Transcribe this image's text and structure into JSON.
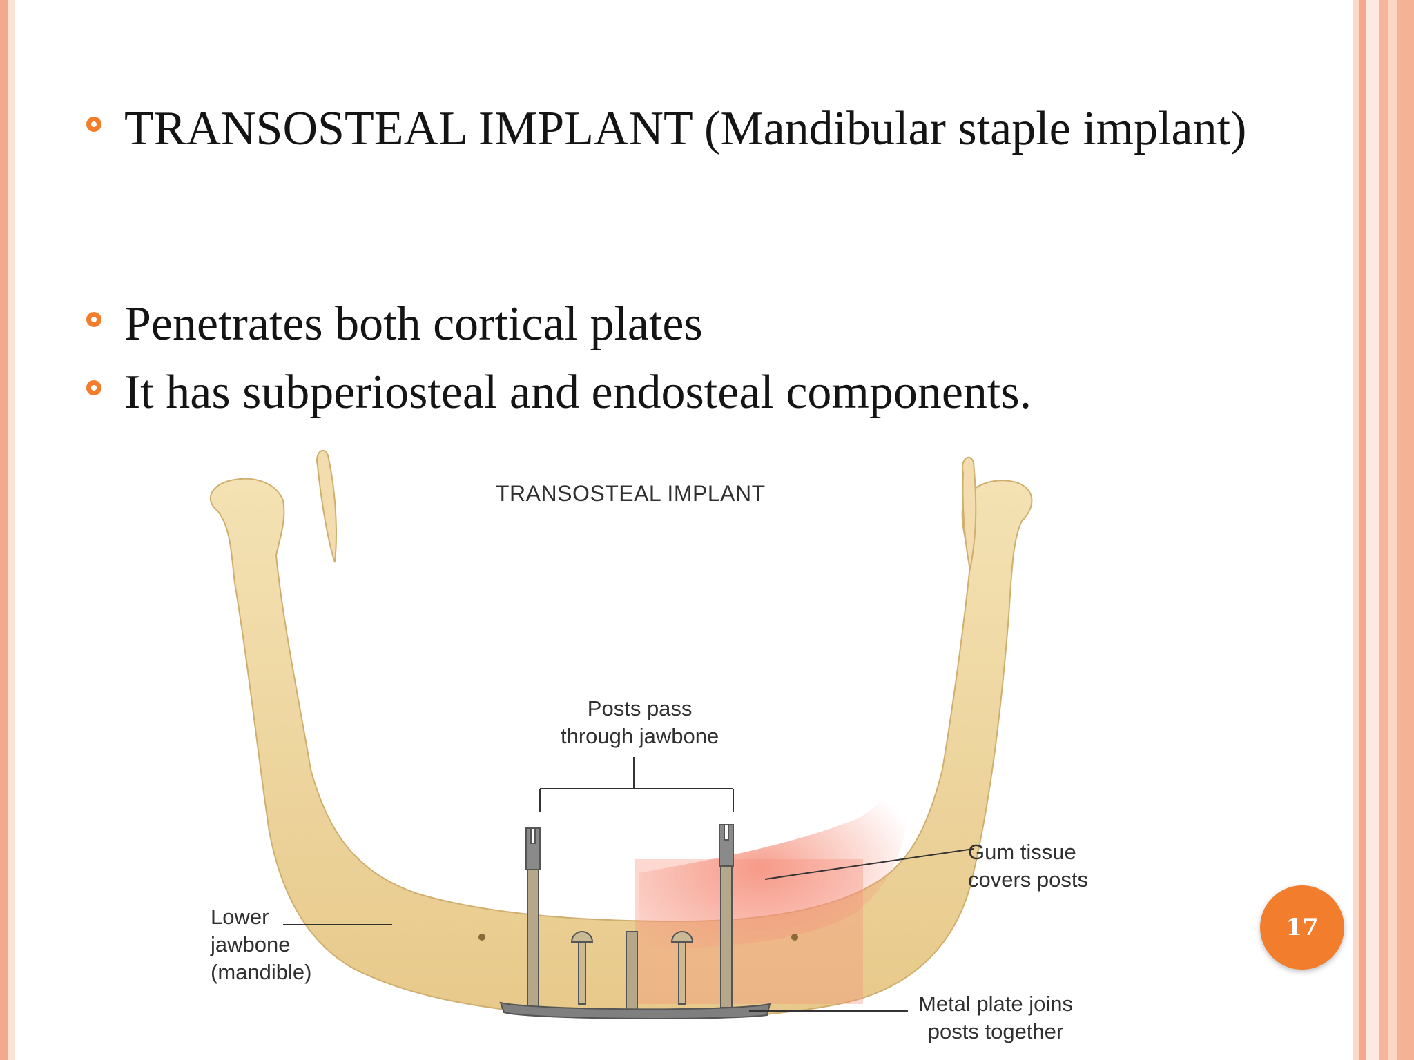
{
  "slide": {
    "bullets": [
      "TRANSOSTEAL IMPLANT (Mandibular staple implant)",
      "Penetrates both cortical plates",
      "It has subperiosteal and endosteal components."
    ],
    "page_number": "17"
  },
  "figure": {
    "title": "TRANSOSTEAL IMPLANT",
    "labels": {
      "posts": "Posts pass\nthrough jawbone",
      "gum": "Gum tissue\ncovers posts",
      "jawbone": "Lower\njawbone\n(mandible)",
      "plate": "Metal plate joins\nposts together"
    }
  },
  "colors": {
    "accent": "#f27d2d",
    "border_salmon": "#f3a98c",
    "border_pale": "#fbd9c8",
    "bone": "#f0d9a2",
    "gum": "#f3957f",
    "text": "#141414"
  }
}
